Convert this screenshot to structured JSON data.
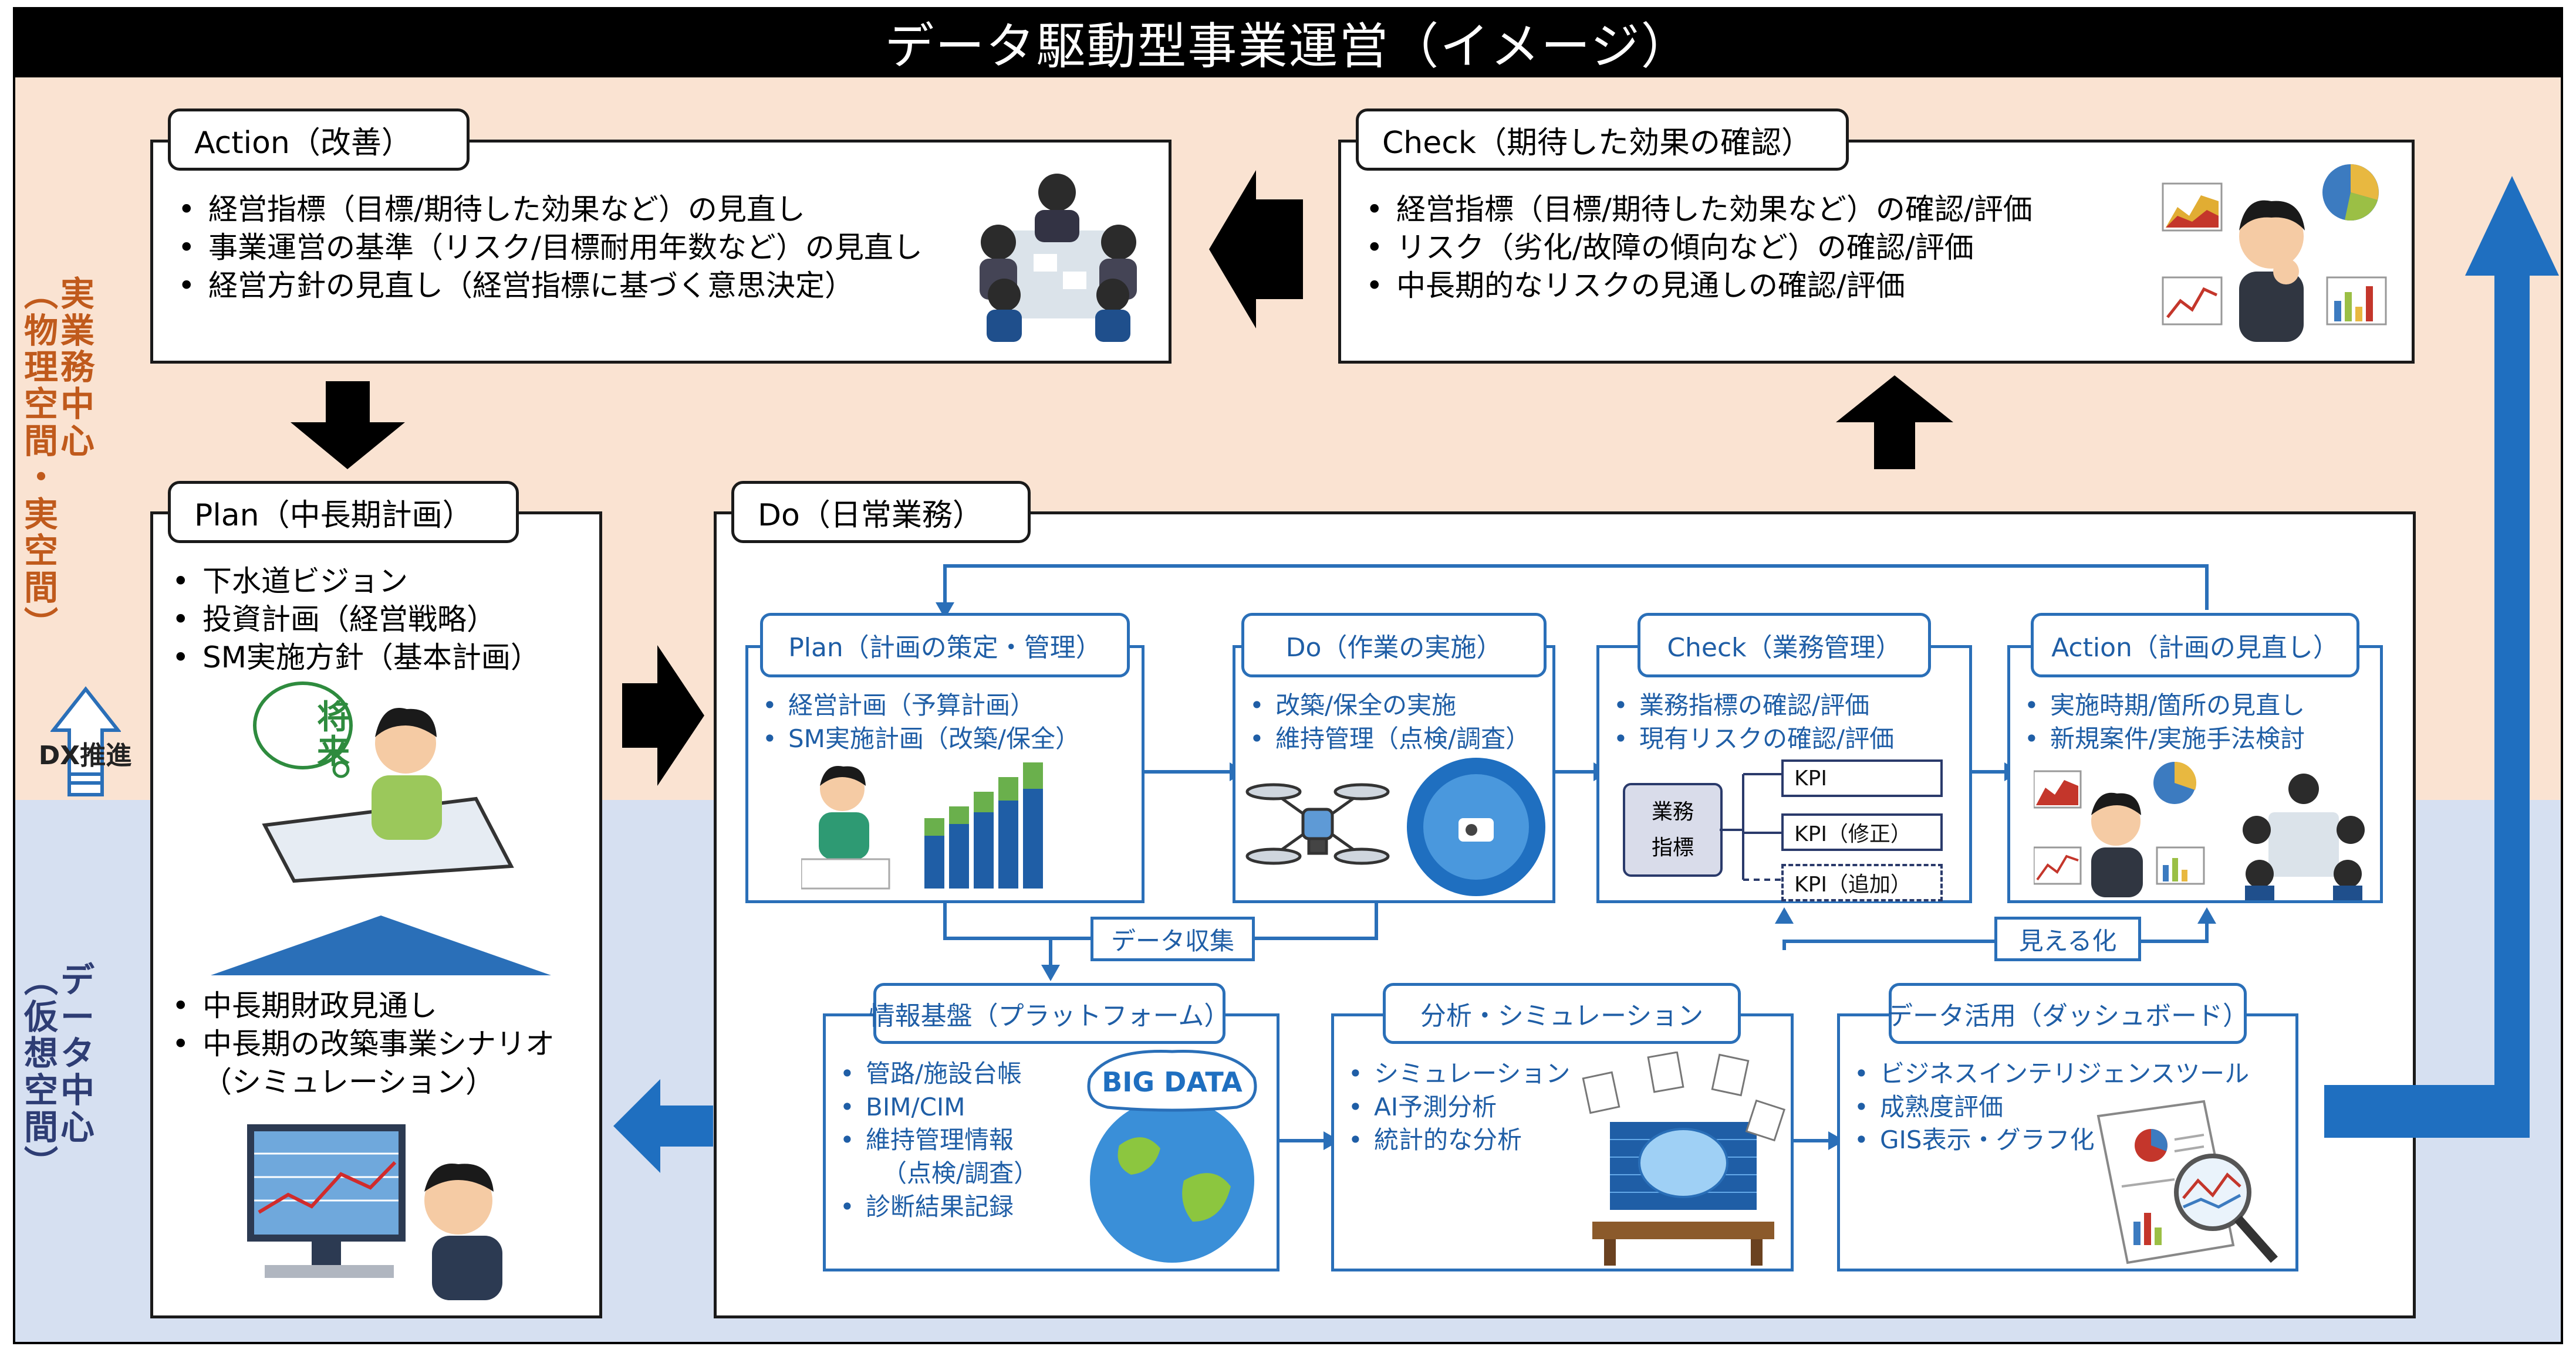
{
  "title": "データ駆動型事業運営（イメージ）",
  "side_top": {
    "main": "実業務中心",
    "sub": "（物理空間・実空間）"
  },
  "side_bottom": {
    "main": "データ中心",
    "sub": "（仮想空間）"
  },
  "dx_label": "DX推進",
  "action": {
    "label": "Action（改善）",
    "items": [
      "経営指標（目標/期待した効果など）の見直し",
      "事業運営の基準（リスク/目標耐用年数など）の見直し",
      "経営方針の見直し（経営指標に基づく意思決定）"
    ]
  },
  "check": {
    "label": "Check（期待した効果の確認）",
    "items": [
      "経営指標（目標/期待した効果など）の確認/評価",
      "リスク（劣化/故障の傾向など）の確認/評価",
      "中長期的なリスクの見通しの確認/評価"
    ]
  },
  "plan": {
    "label": "Plan（中長期計画）",
    "items": [
      "下水道ビジョン",
      "投資計画（経営戦略）",
      "SM実施方針（基本計画）"
    ],
    "bubble": "将来",
    "lower_items": [
      "中長期財政見通し",
      "中長期の改築事業シナリオ",
      "（シミュレーション）"
    ]
  },
  "do": {
    "label": "Do（日常業務）",
    "plan": {
      "label": "Plan（計画の策定・管理）",
      "items": [
        "経営計画（予算計画）",
        "SM実施計画（改築/保全）"
      ]
    },
    "do": {
      "label": "Do（作業の実施）",
      "items": [
        "改築/保全の実施",
        "維持管理（点検/調査）"
      ]
    },
    "check": {
      "label": "Check（業務管理）",
      "items": [
        "業務指標の確認/評価",
        "現有リスクの確認/評価"
      ],
      "metric": [
        "業務",
        "指標"
      ],
      "kpis": [
        "KPI",
        "KPI（修正）",
        "KPI（追加）"
      ]
    },
    "action": {
      "label": "Action（計画の見直し）",
      "items": [
        "実施時期/箇所の見直し",
        "新規案件/実施手法検討"
      ]
    },
    "data_collect": "データ収集",
    "visualize": "見える化",
    "platform": {
      "label": "情報基盤（プラットフォーム）",
      "items": [
        "管路/施設台帳",
        "BIM/CIM",
        "維持管理情報",
        "（点検/調査）",
        "診断結果記録"
      ],
      "badge": "BIG DATA"
    },
    "analysis": {
      "label": "分析・シミュレーション",
      "items": [
        "シミュレーション",
        "AI予測分析",
        "統計的な分析"
      ]
    },
    "dashboard": {
      "label": "データ活用（ダッシュボード）",
      "items": [
        "ビジネスインテリジェンスツール",
        "成熟度評価",
        "GIS表示・グラフ化"
      ]
    }
  },
  "colors": {
    "accent_blue": "#1f6fc0",
    "band_top": "#fae3d2",
    "band_bottom": "#d6e0f1",
    "label_orange": "#c05a1c",
    "label_navy": "#2e3d74"
  }
}
